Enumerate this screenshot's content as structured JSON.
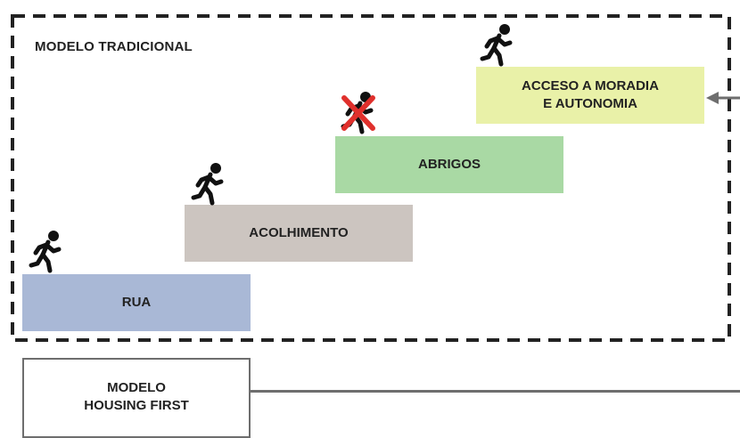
{
  "traditional_model": {
    "title": "MODELO TRADICIONAL",
    "steps": [
      {
        "line1": "RUA",
        "line2": ""
      },
      {
        "line1": "ACOLHIMENTO",
        "line2": ""
      },
      {
        "line1": "ABRIGOS",
        "line2": ""
      },
      {
        "line1": "ACCESO A MORADIA",
        "line2": "E AUTONOMIA"
      }
    ],
    "walker_blocked_at_step": 3
  },
  "housing_first": {
    "line1": "MODELO",
    "line2": "HOUSING FIRST"
  },
  "colors": {
    "rua": "#a9b8d6",
    "acolhimento": "#ccc5c0",
    "abrigos": "#a9d9a4",
    "acesso": "#e9f1a8",
    "blocked_cross": "#e0302c"
  }
}
